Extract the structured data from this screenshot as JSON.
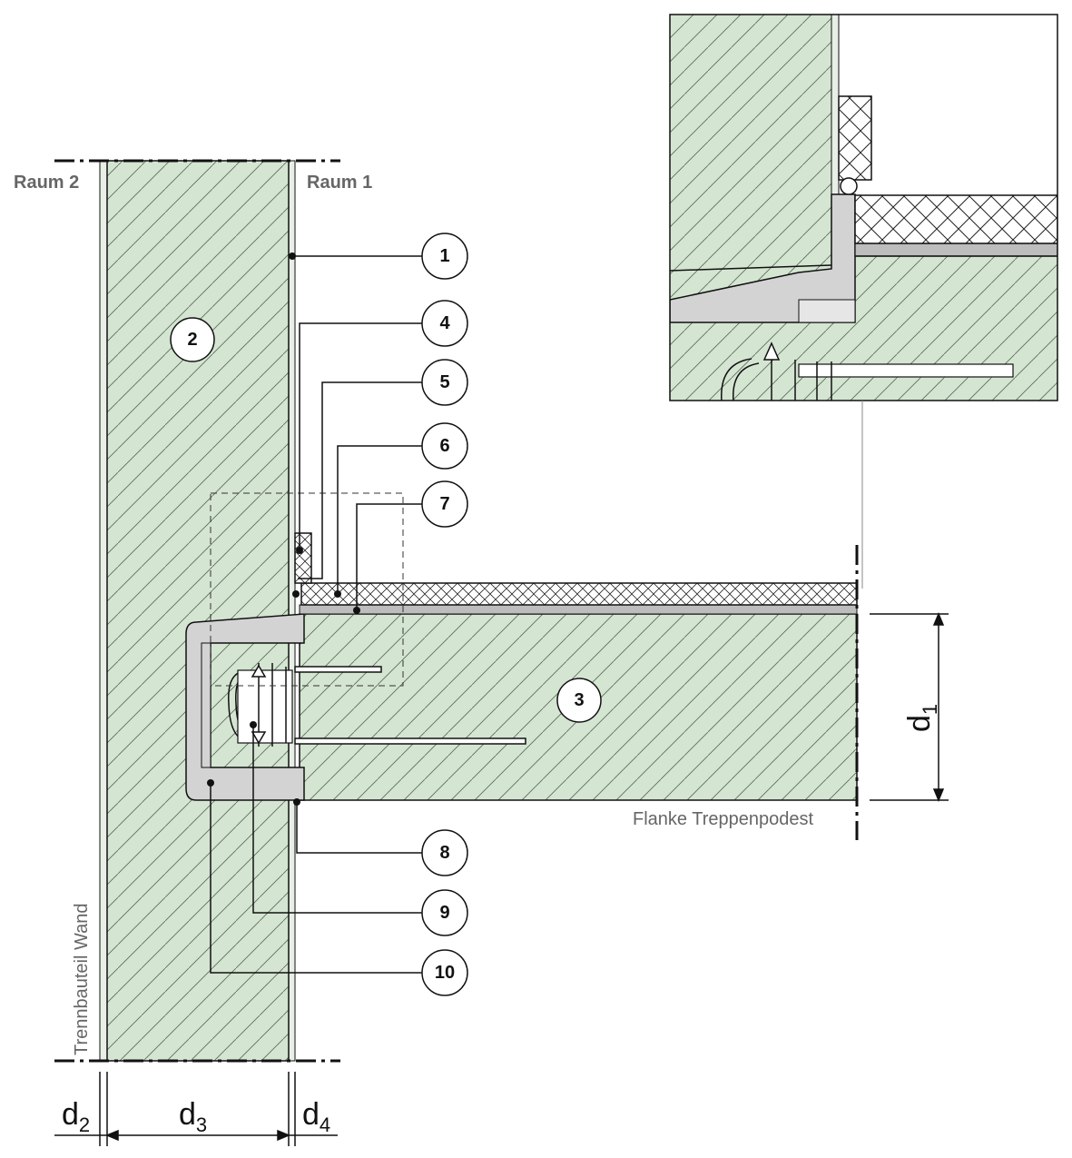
{
  "labels": {
    "room2": "Raum 2",
    "room1": "Raum 1",
    "wall": "Trennbauteil Wand",
    "flank": "Flanke Treppenpodest"
  },
  "callouts": [
    "1",
    "4",
    "5",
    "6",
    "7",
    "8",
    "9",
    "10"
  ],
  "parts": {
    "wall": "2",
    "landing": "3"
  },
  "dimensions": {
    "d1": {
      "main": "d",
      "sub": "1"
    },
    "d2": {
      "main": "d",
      "sub": "2"
    },
    "d3": {
      "main": "d",
      "sub": "3"
    },
    "d4": {
      "main": "d",
      "sub": "4"
    }
  },
  "colors": {
    "concrete": "#d4e5d2",
    "hatch": "#4a5a4a",
    "gray_element": "#d3d3d3",
    "line": "#111111"
  }
}
